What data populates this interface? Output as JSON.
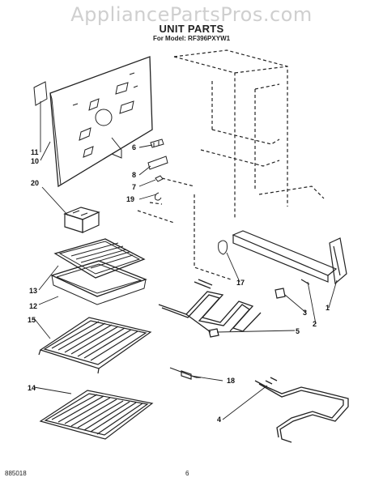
{
  "header": {
    "watermark": "AppliancePartsPros.com",
    "title": "UNIT PARTS",
    "subtitle": "For Model: RF396PXYW1"
  },
  "footer": {
    "doc_code": "885018",
    "page_number": "6"
  },
  "callouts": [
    "1",
    "2",
    "3",
    "4",
    "5",
    "6",
    "7",
    "8",
    "10",
    "11",
    "12",
    "13",
    "14",
    "15",
    "17",
    "18",
    "19",
    "20"
  ]
}
